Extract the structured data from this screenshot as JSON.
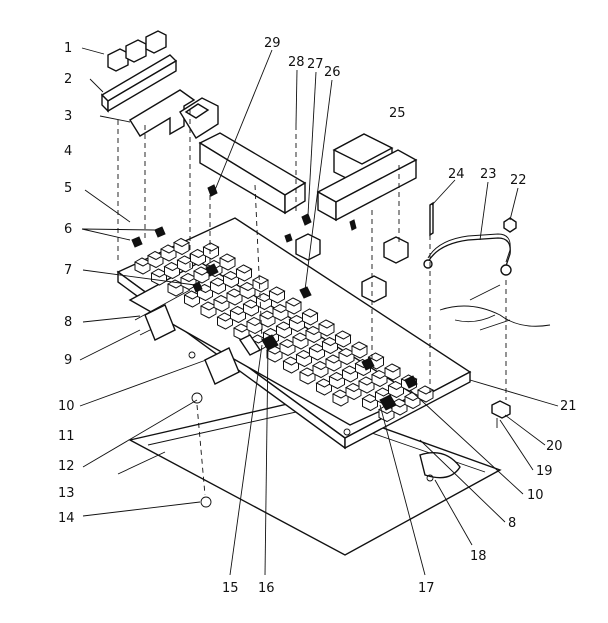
{
  "callouts": [
    {
      "text": "1"
    },
    {
      "text": "2"
    },
    {
      "text": "3"
    },
    {
      "text": "4"
    },
    {
      "text": "5"
    },
    {
      "text": "6"
    },
    {
      "text": "7"
    },
    {
      "text": "8"
    },
    {
      "text": "9"
    },
    {
      "text": "10"
    },
    {
      "text": "11"
    },
    {
      "text": "12"
    },
    {
      "text": "13"
    },
    {
      "text": "14"
    },
    {
      "text": "15"
    },
    {
      "text": "16"
    },
    {
      "text": "17"
    },
    {
      "text": "18"
    },
    {
      "text": "8"
    },
    {
      "text": "10"
    },
    {
      "text": "19"
    },
    {
      "text": "20"
    },
    {
      "text": "21"
    },
    {
      "text": "22"
    },
    {
      "text": "23"
    },
    {
      "text": "24"
    },
    {
      "text": "25"
    },
    {
      "text": "26"
    },
    {
      "text": "27"
    },
    {
      "text": "28"
    },
    {
      "text": "29"
    }
  ]
}
